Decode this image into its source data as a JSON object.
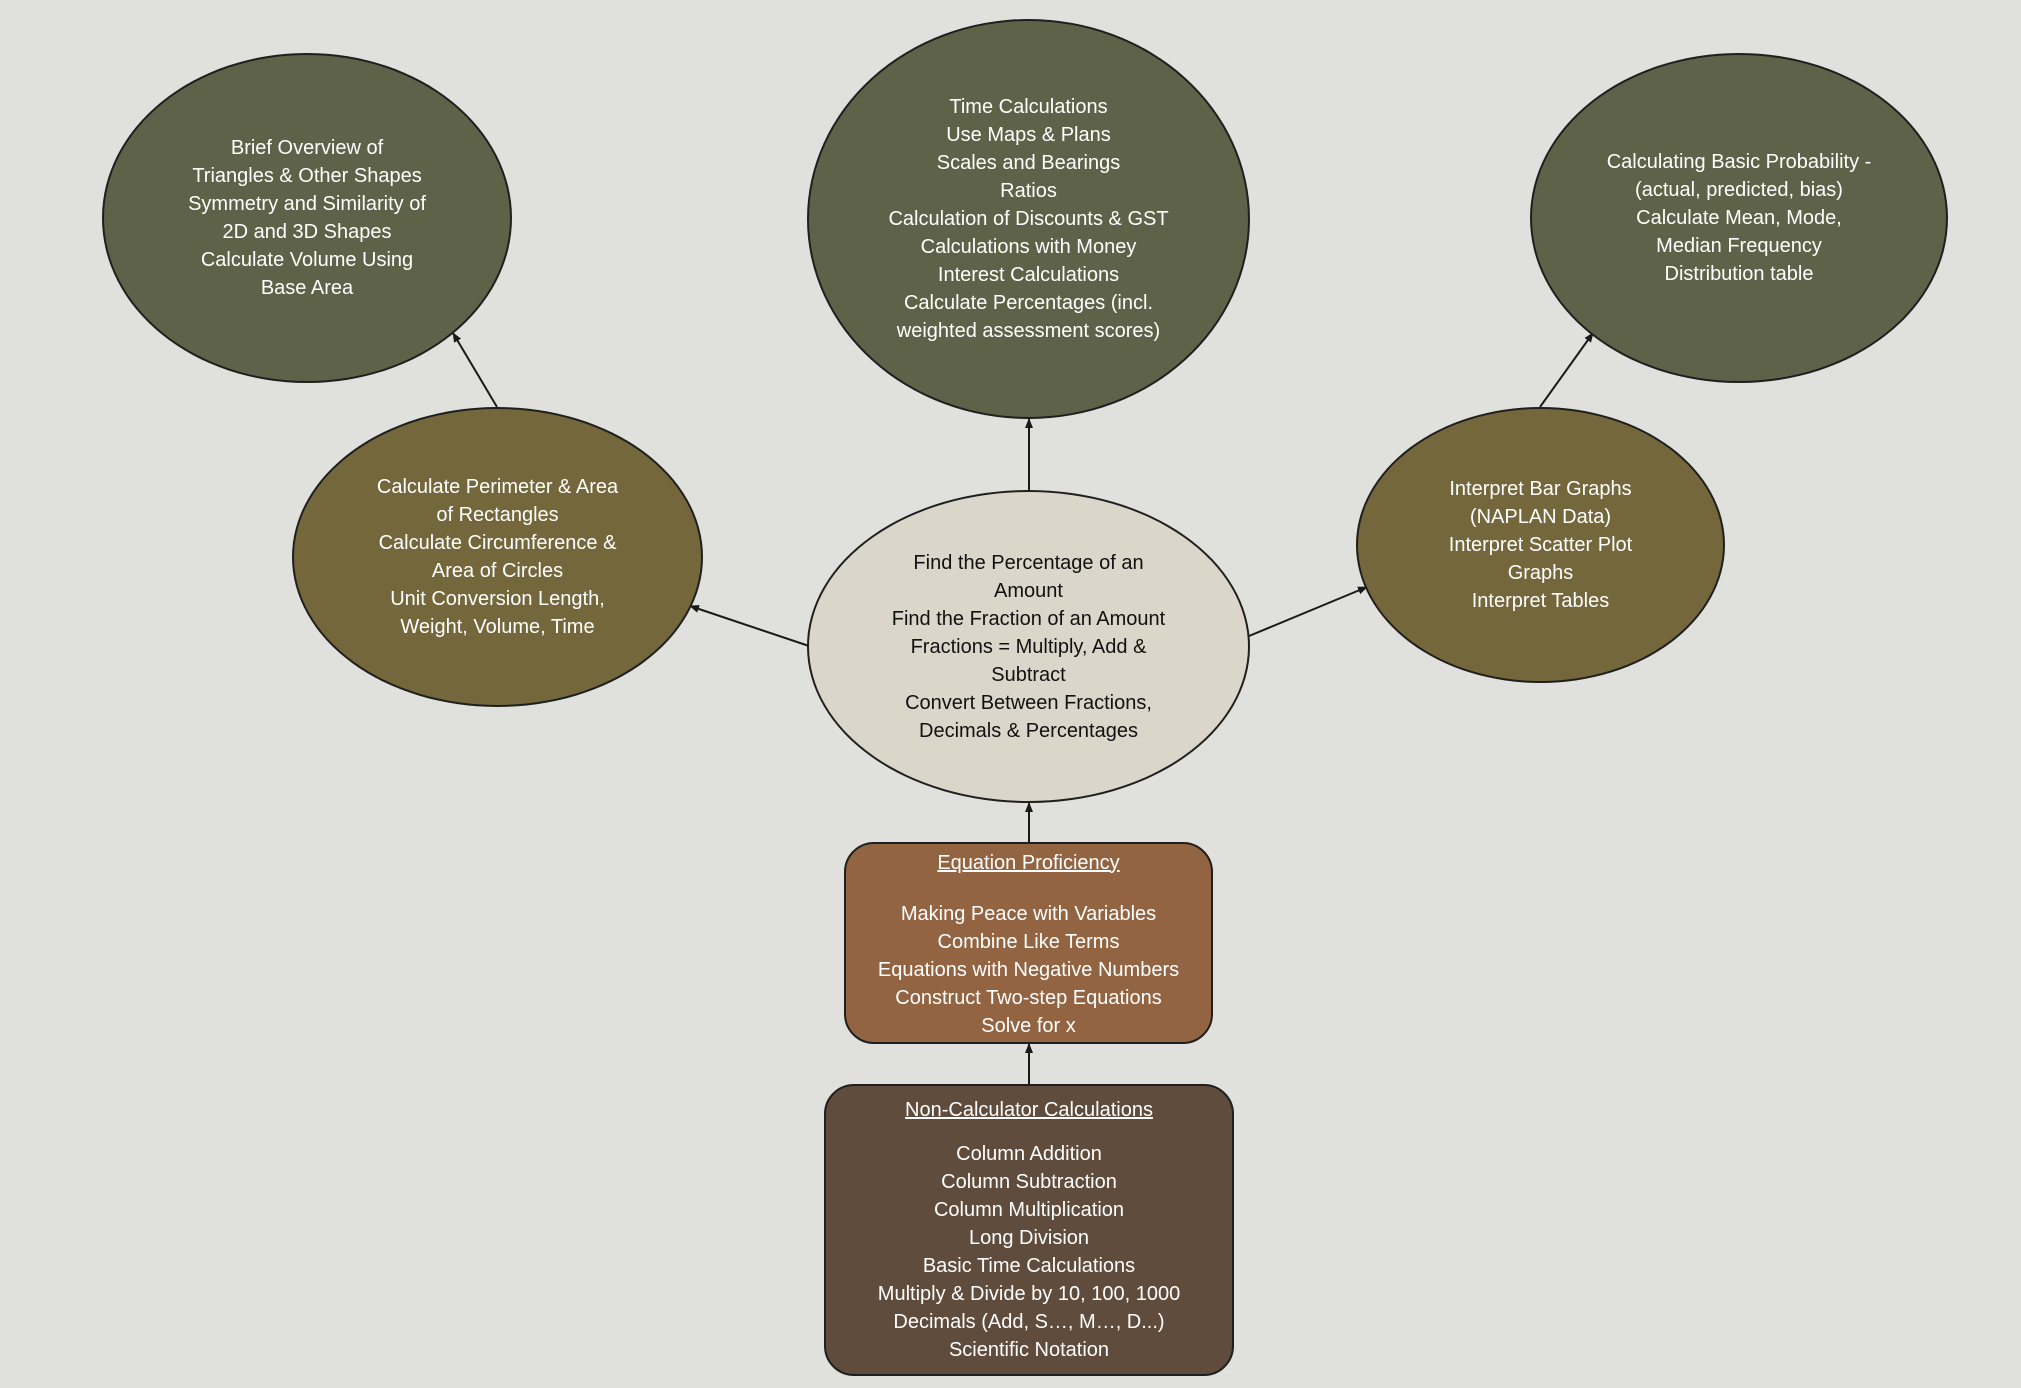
{
  "diagram": {
    "nodes": {
      "triangles": {
        "lines": [
          "Brief Overview of",
          "Triangles & Other Shapes",
          "Symmetry and Similarity of",
          "2D and 3D Shapes",
          "Calculate Volume Using",
          "Base Area"
        ]
      },
      "time": {
        "lines": [
          "Time Calculations",
          "Use Maps & Plans",
          "Scales and Bearings",
          "Ratios",
          "Calculation of Discounts & GST",
          "Calculations with Money",
          "Interest Calculations",
          "Calculate Percentages (incl.",
          "weighted assessment scores)"
        ]
      },
      "probability": {
        "lines": [
          "Calculating Basic Probability -",
          "(actual, predicted, bias)",
          "Calculate Mean, Mode,",
          "Median Frequency",
          "Distribution table"
        ]
      },
      "perimeter": {
        "lines": [
          "Calculate Perimeter & Area",
          "of Rectangles",
          "Calculate Circumference &",
          "Area of Circles",
          "Unit Conversion Length,",
          "Weight, Volume, Time"
        ]
      },
      "graphs": {
        "lines": [
          "Interpret Bar Graphs",
          "(NAPLAN Data)",
          "Interpret Scatter Plot",
          "Graphs",
          "Interpret Tables"
        ]
      },
      "percentage": {
        "lines": [
          "Find the Percentage of an",
          "Amount",
          "Find the Fraction of an Amount",
          "Fractions = Multiply, Add &",
          "Subtract",
          "Convert Between Fractions,",
          "Decimals & Percentages"
        ]
      },
      "equation": {
        "heading": "Equation Proficiency",
        "lines": [
          "Making Peace with Variables",
          "Combine Like Terms",
          "Equations with Negative Numbers",
          "Construct Two-step Equations",
          "Solve for x"
        ]
      },
      "noncalc": {
        "heading": "Non-Calculator Calculations",
        "lines": [
          "Column Addition",
          "Column Subtraction",
          "Column Multiplication",
          "Long Division",
          "Basic Time Calculations",
          "Multiply & Divide by 10, 100, 1000",
          "Decimals (Add, S…, M…, D...)",
          "Scientific Notation"
        ]
      }
    },
    "edges": [
      {
        "from": "noncalc",
        "to": "equation"
      },
      {
        "from": "equation",
        "to": "percentage"
      },
      {
        "from": "percentage",
        "to": "time"
      },
      {
        "from": "percentage",
        "to": "perimeter"
      },
      {
        "from": "percentage",
        "to": "graphs"
      },
      {
        "from": "perimeter",
        "to": "triangles"
      },
      {
        "from": "graphs",
        "to": "probability"
      }
    ],
    "colors": {
      "background": "#e0e0dc",
      "top_nodes": "#5e6248",
      "middle_nodes": "#74673c",
      "center_node": "#dbd6ca",
      "equation_node": "#936442",
      "noncalc_node": "#5f4c3c",
      "outline": "#1f1f1f"
    }
  }
}
